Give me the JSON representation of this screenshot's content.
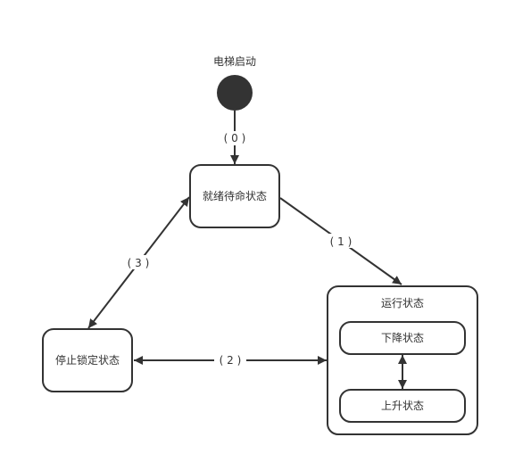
{
  "start": {
    "label": "电梯启动"
  },
  "states": {
    "ready": "就绪待命状态",
    "running": "运行状态",
    "down": "下降状态",
    "up": "上升状态",
    "stopped": "停止锁定状态"
  },
  "edges": {
    "e0": "( 0 )",
    "e1": "( 1 )",
    "e2": "( 2 )",
    "e3": "( 3 )"
  },
  "colors": {
    "stroke": "#333333",
    "fill": "#ffffff",
    "start_fill": "#333333",
    "text": "#333333"
  }
}
